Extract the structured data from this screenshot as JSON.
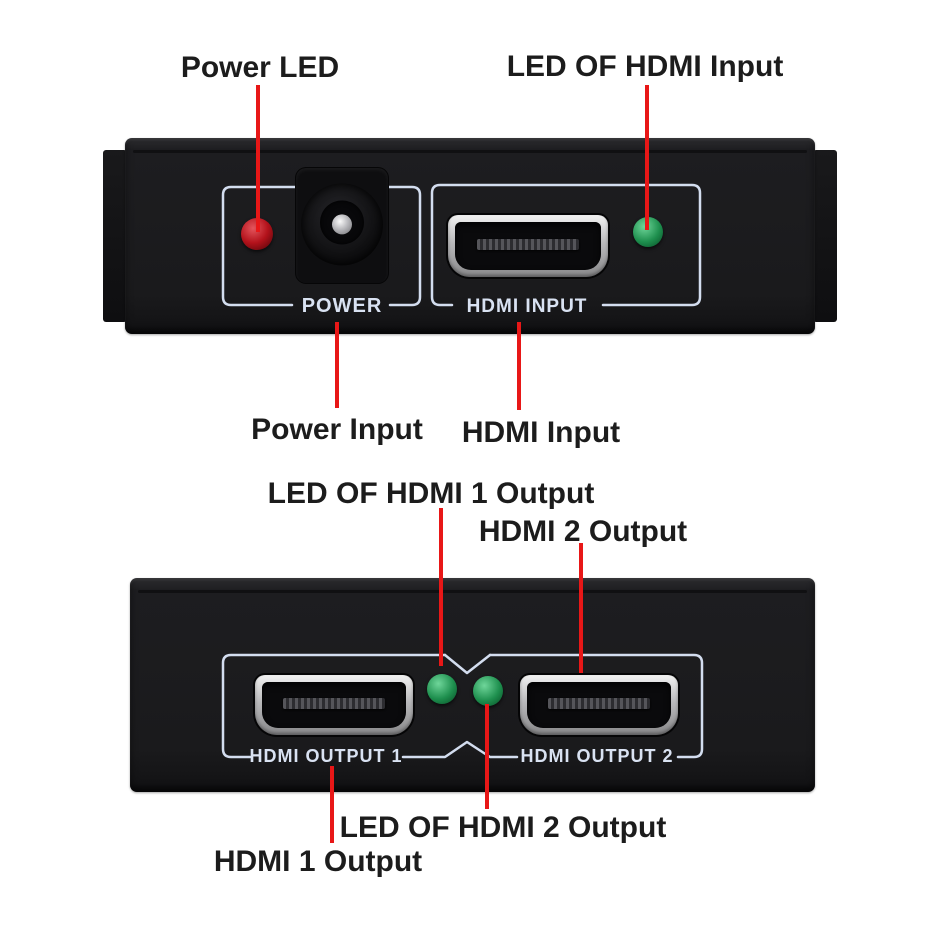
{
  "title": "HDMI splitter panels diagram",
  "colors": {
    "background": "#ffffff",
    "annotation_line": "#e81717",
    "device_body": "#1a1a1c",
    "panel_outline": "#d3ddef",
    "led_red": "#b3121b",
    "led_green": "#1e8f4e",
    "annotation_text": "#1c1c1c",
    "panel_text": "#d9e2f2"
  },
  "annotations": {
    "power_led": "Power LED",
    "led_of_hdmi_input": "LED OF HDMI Input",
    "power_input": "Power Input",
    "hdmi_input": "HDMI Input",
    "led_of_hdmi_1_output": "LED OF HDMI 1 Output",
    "hdmi_2_output": "HDMI 2 Output",
    "led_of_hdmi_2_output": "LED OF HDMI 2 Output",
    "hdmi_1_output": "HDMI 1 Output"
  },
  "panel_text": {
    "power": "POWER",
    "hdmi_input": "HDMI INPUT",
    "hdmi_output_1": "HDMI OUTPUT 1",
    "hdmi_output_2": "HDMI OUTPUT 2"
  }
}
